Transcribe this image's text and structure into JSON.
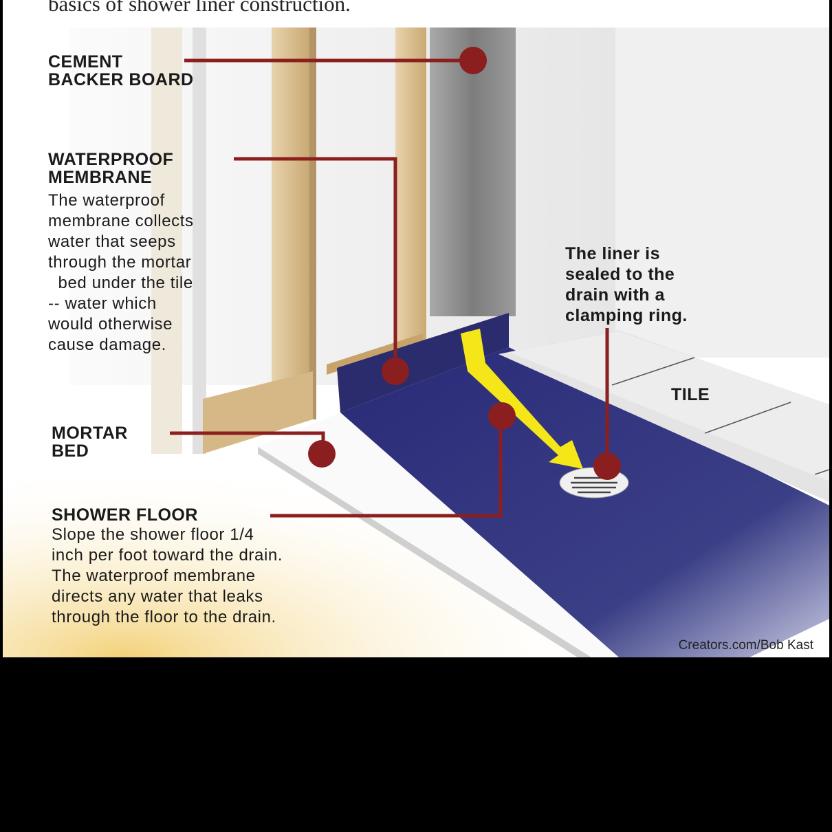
{
  "caption": "basics of shower liner construction.",
  "labels": {
    "cement": {
      "title": "CEMENT\nBACKER BOARD"
    },
    "membrane": {
      "title": "WATERPROOF\nMEMBRANE",
      "body": "The waterproof\nmembrane collects\nwater that seeps\nthrough the mortar\n  bed under the tile\n-- water which\nwould otherwise\ncause damage."
    },
    "mortar": {
      "title": "MORTAR\nBED"
    },
    "floor": {
      "title": "SHOWER FLOOR",
      "body": "Slope the shower floor 1/4\ninch per foot toward the drain.\nThe waterproof membrane\ndirects any water that leaks\nthrough the floor to the drain."
    },
    "liner": {
      "title": "The liner is\nsealed to the\ndrain with a\nclamping ring."
    },
    "tile": {
      "title": "TILE"
    }
  },
  "credit": "Creators.com/Bob Kast",
  "colors": {
    "callout": "#8b1f1f",
    "membrane": "#2f2f7a",
    "arrow": "#f5e61a",
    "stud": "#d9bf92",
    "backer": "#8e8e8e"
  }
}
